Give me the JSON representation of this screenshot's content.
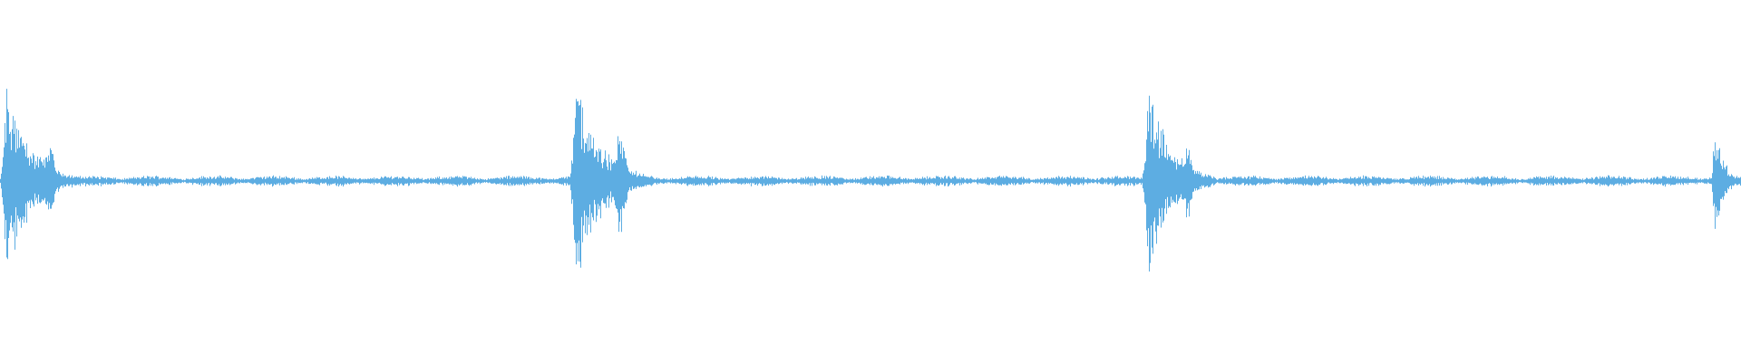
{
  "waveform": {
    "color": "#5dade2",
    "background": "#ffffff",
    "bursts": [
      {
        "start": 0.0,
        "peak": 0.95,
        "length": 0.045,
        "secondary_peak": 0.45
      },
      {
        "start": 0.327,
        "peak": 1.0,
        "length": 0.047,
        "secondary_peak": 0.55
      },
      {
        "start": 0.656,
        "peak": 0.97,
        "length": 0.042,
        "secondary_peak": 0.4
      },
      {
        "start": 0.983,
        "peak": 0.6,
        "length": 0.017,
        "secondary_peak": 0.0
      }
    ],
    "baseline_amplitude": 0.04
  }
}
